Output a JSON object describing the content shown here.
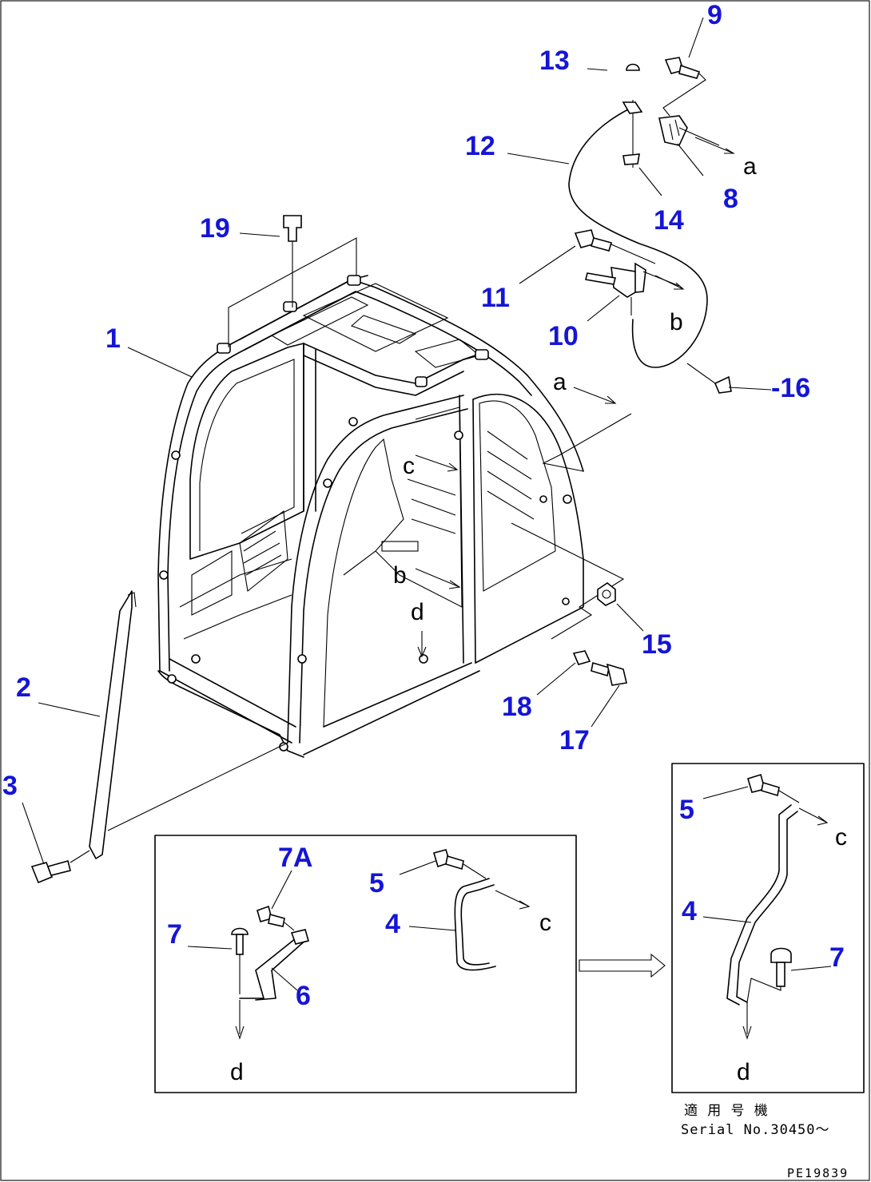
{
  "callouts": {
    "c1": "1",
    "c2": "2",
    "c3": "3",
    "c4a": "4",
    "c4b": "4",
    "c5a": "5",
    "c5b": "5",
    "c6": "6",
    "c7a": "7",
    "c7b": "7",
    "c7A": "7A",
    "c8": "8",
    "c9": "9",
    "c10": "10",
    "c11": "11",
    "c12": "12",
    "c13": "13",
    "c14": "14",
    "c15": "15",
    "c16": "-16",
    "c17": "17",
    "c18": "18",
    "c19": "19"
  },
  "refs": {
    "a1": "a",
    "a2": "a",
    "b1": "b",
    "b2": "b",
    "c1": "c",
    "c2": "c",
    "c3": "c",
    "d1": "d",
    "d2": "d",
    "d3": "d"
  },
  "footnote": {
    "line1": "適 用 号 機",
    "line2": "Serial No.30450～"
  },
  "drawing_code": "PE19839"
}
